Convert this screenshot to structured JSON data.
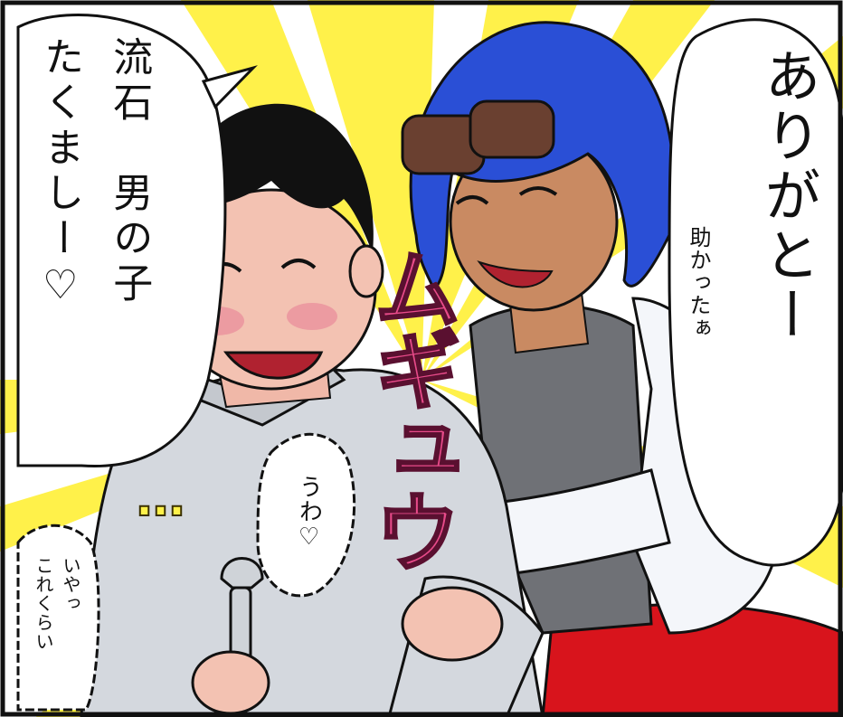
{
  "speech": {
    "arigato": "ありがとー",
    "tasukatta": "助かったぁ",
    "sasuga_line1": "流石　男の子",
    "sasuga_line2": "たくましー♡",
    "uwa": "うわ♡",
    "iya_line1": "いやっ",
    "iya_line2": "これくらい"
  },
  "sfx": {
    "gyu": "ムギュウ",
    "sweat": "…"
  },
  "colors": {
    "burst_yellow": "#fff14a",
    "hair_blue": "#2a4fd6",
    "sfx_pink": "#e84b8a",
    "shirt_gray": "#d4d8de",
    "jacket_white": "#f4f6fa",
    "skirt_red": "#d8141c"
  }
}
